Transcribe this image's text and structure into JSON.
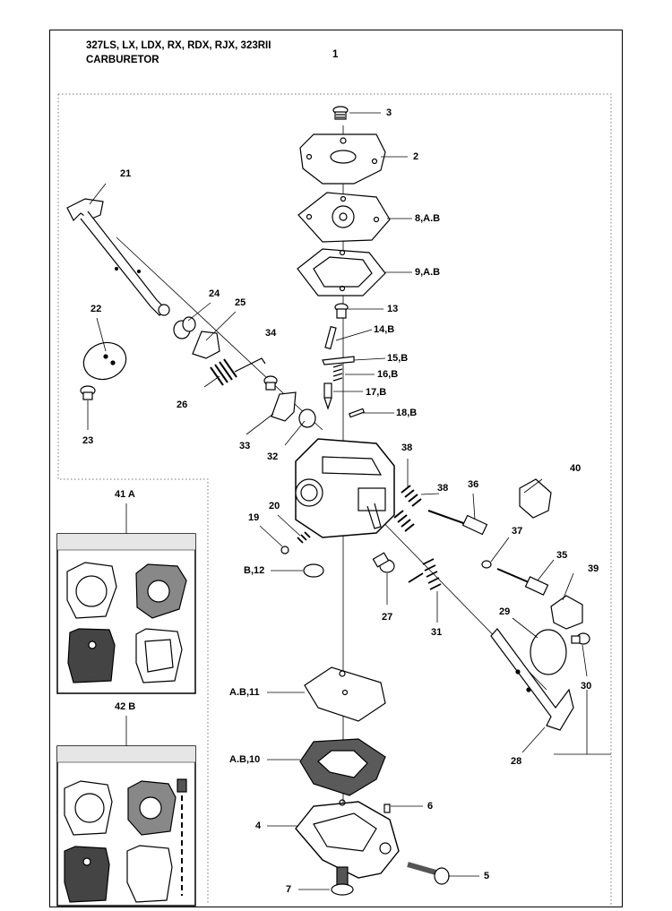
{
  "header": {
    "models": "327LS, LX, LDX, RX, RDX, RJX, 323RII",
    "section": "CARBURETOR",
    "page_number": "1"
  },
  "parts": {
    "p3": "3",
    "p2": "2",
    "p8": "8,A.B",
    "p9": "9,A.B",
    "p13": "13",
    "p14": "14,B",
    "p15": "15,B",
    "p16": "16,B",
    "p17": "17,B",
    "p18": "18,B",
    "p21": "21",
    "p22": "22",
    "p23": "23",
    "p24": "24",
    "p25": "25",
    "p34": "34",
    "p26": "26",
    "p33": "33",
    "p32": "32",
    "p38a": "38",
    "p38b": "38",
    "p36": "36",
    "p40": "40",
    "p19": "19",
    "p20": "20",
    "pB12": "B,12",
    "p37": "37",
    "p35": "35",
    "p39": "39",
    "p27": "27",
    "p31": "31",
    "p29": "29",
    "p30": "30",
    "p28": "28",
    "pA11": "A.B,11",
    "pA10": "A.B,10",
    "p4": "4",
    "p6": "6",
    "p5": "5",
    "p7": "7"
  },
  "kits": {
    "kit_a": "41 A",
    "kit_b": "42 B"
  }
}
